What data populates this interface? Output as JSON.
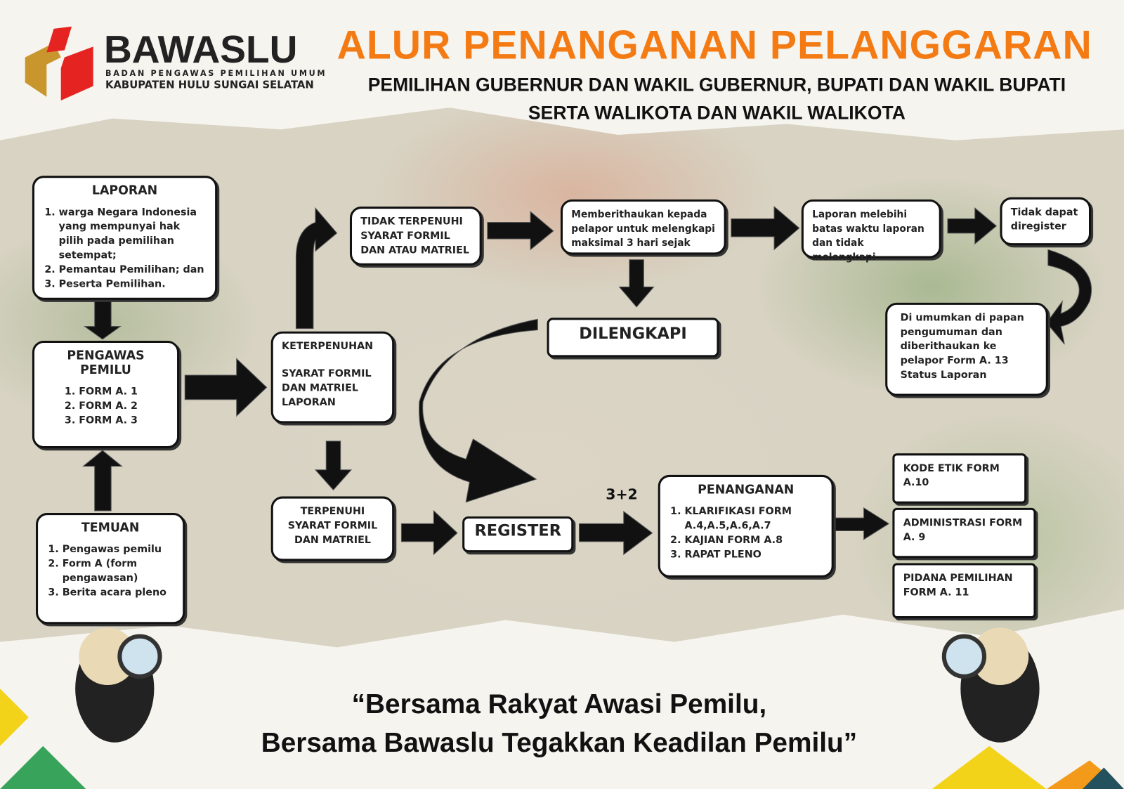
{
  "header": {
    "logo_text": "BAWASLU",
    "logo_sub1": "BADAN PENGAWAS PEMILIHAN UMUM",
    "logo_sub2": "KABUPATEN HULU SUNGAI SELATAN",
    "title": "ALUR PENANGANAN PELANGGARAN",
    "subtitle1": "PEMILIHAN GUBERNUR DAN WAKIL GUBERNUR, BUPATI DAN WAKIL BUPATI",
    "subtitle2": "SERTA WALIKOTA DAN WAKIL WALIKOTA"
  },
  "colors": {
    "title": "#f47b14",
    "logo_red": "#e52421",
    "logo_gold": "#c9962e"
  },
  "nodes": {
    "laporan": {
      "title": "LAPORAN",
      "items": [
        "warga Negara Indonesia yang mempunyai hak pilih pada pemilihan setempat;",
        "Pemantau Pemilihan; dan",
        "Peserta Pemilihan."
      ]
    },
    "pengawas": {
      "title": "PENGAWAS PEMILU",
      "items": [
        "FORM A. 1",
        "FORM A. 2",
        "FORM A. 3"
      ]
    },
    "temuan": {
      "title": "TEMUAN",
      "items": [
        "Pengawas pemilu",
        "Form A (form pengawasan)",
        "Berita acara pleno"
      ]
    },
    "keterpenuhan": {
      "line1": "KETERPENUHAN",
      "line2": "SYARAT FORMIL DAN MATRIEL LAPORAN"
    },
    "tidak_terpenuhi": "TIDAK TERPENUHI SYARAT FORMIL DAN ATAU MATRIEL",
    "memberithaukan": "Memberithaukan kepada pelapor untuk melengkapi maksimal 3 hari sejak",
    "melebihi": "Laporan melebihi batas waktu laporan dan tidak melengkapi",
    "tidak_dapat": "Tidak dapat diregister",
    "diumumkan": "Di umumkan di papan pengumuman dan diberithaukan ke pelapor Form A. 13 Status Laporan",
    "dilengkapi": "DILENGKAPI",
    "terpenuhi": "TERPENUHI SYARAT FORMIL DAN MATRIEL",
    "register": "REGISTER",
    "days": "3+2",
    "penanganan": {
      "title": "PENANGANAN",
      "items": [
        "KLARIFIKASI FORM A.4,A.5,A.6,A.7",
        "KAJIAN FORM A.8",
        "RAPAT PLENO"
      ]
    },
    "kode_etik": "KODE ETIK FORM A.10",
    "administrasi": "ADMINISTRASI FORM A. 9",
    "pidana": "PIDANA PEMILIHAN FORM A. 11"
  },
  "footer": {
    "quote1": "“Bersama Rakyat Awasi Pemilu,",
    "quote2": "Bersama Bawaslu Tegakkan Keadilan Pemilu”"
  }
}
